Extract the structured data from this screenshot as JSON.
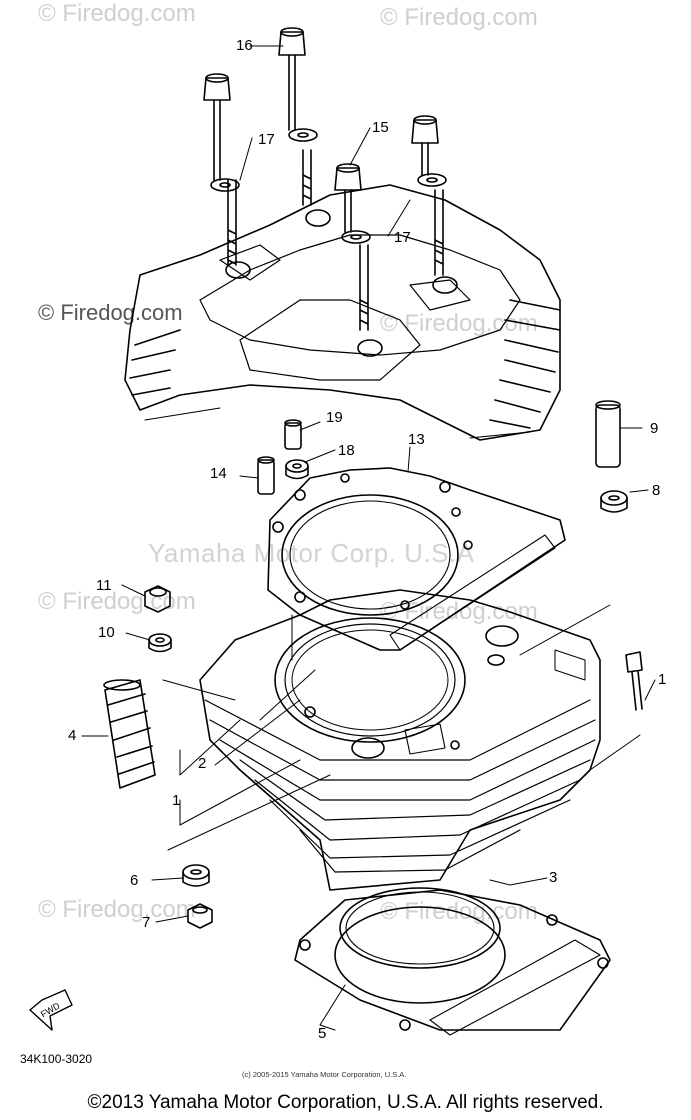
{
  "watermarks": {
    "top_left": "© Firedog.com",
    "top_right": "© Firedog.com",
    "mid_left": "© Firedog.com",
    "center": "© Firedog.com",
    "lower_left": "© Firedog.com",
    "lower_center": "© Firedog.com",
    "bottom_left": "© Firedog.com",
    "bottom_center": "© Firedog.com"
  },
  "brand_watermark": "Yamaha Motor Corp. U.S.A",
  "callouts": {
    "c16": "16",
    "c15": "15",
    "c17a": "17",
    "c17b": "17",
    "c19": "19",
    "c18": "18",
    "c13": "13",
    "c14": "14",
    "c9": "9",
    "c8": "8",
    "c11": "11",
    "c10": "10",
    "c1a": "1",
    "c4": "4",
    "c2": "2",
    "c1b": "1",
    "c6": "6",
    "c7": "7",
    "c3": "3",
    "c5": "5"
  },
  "fwd_label": "FWD",
  "drawing_code": "34K100-3020",
  "small_copyright": "(c) 2005-2015 Yamaha Motor Corporation, U.S.A.",
  "footer": "©2013 Yamaha Motor Corporation, U.S.A. All rights reserved."
}
